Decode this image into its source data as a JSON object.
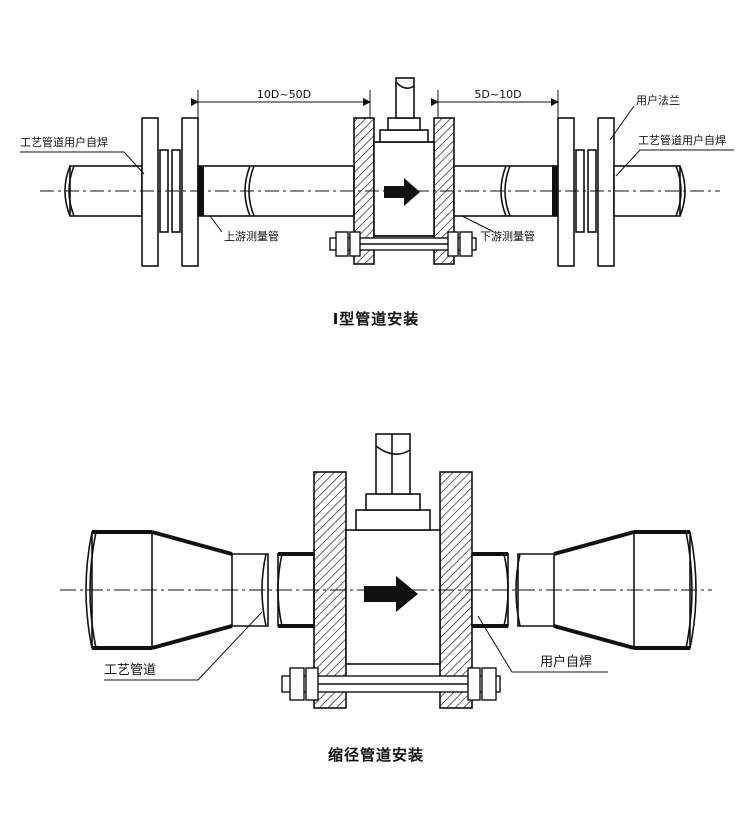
{
  "diagram1": {
    "caption": "I型管道安装",
    "dim_upstream": "10D~50D",
    "dim_downstream": "5D~10D",
    "label_left_weld": "工艺管道用户自焊",
    "label_right_weld": "工艺管道用户自焊",
    "label_user_flange": "用户法兰",
    "label_upstream_pipe": "上游测量管",
    "label_downstream_pipe": "下游测量管"
  },
  "diagram2": {
    "caption": "缩径管道安装",
    "label_process_pipe": "工艺管道",
    "label_user_weld": "用户自焊"
  }
}
